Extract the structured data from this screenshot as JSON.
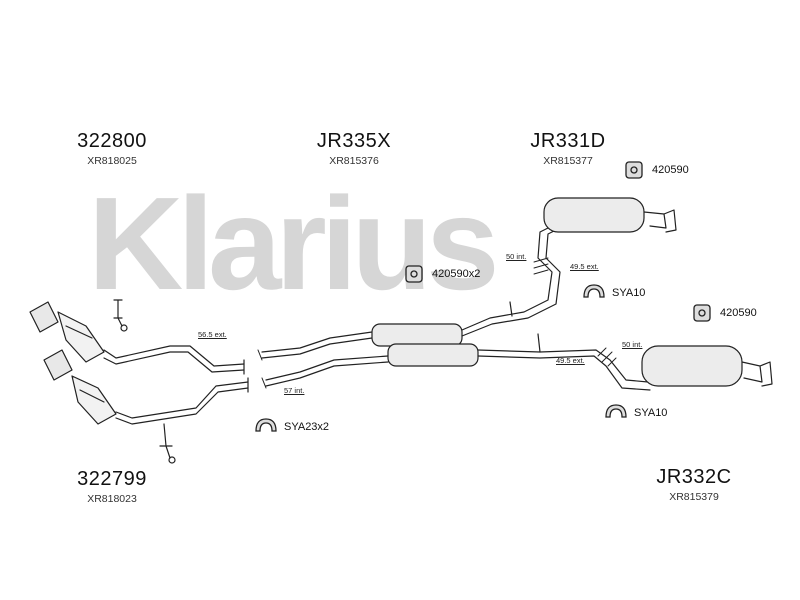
{
  "watermark": "Klarius",
  "parts": [
    {
      "id": "p1",
      "number": "322800",
      "ref": "XR818025"
    },
    {
      "id": "p2",
      "number": "JR335X",
      "ref": "XR815376"
    },
    {
      "id": "p3",
      "number": "JR331D",
      "ref": "XR815377"
    },
    {
      "id": "p4",
      "number": "322799",
      "ref": "XR818023"
    },
    {
      "id": "p5",
      "number": "JR332C",
      "ref": "XR815379"
    }
  ],
  "accessories": [
    {
      "id": "a1",
      "label": "420590"
    },
    {
      "id": "a2",
      "label": "420590x2"
    },
    {
      "id": "a3",
      "label": "SYA10"
    },
    {
      "id": "a4",
      "label": "420590"
    },
    {
      "id": "a5",
      "label": "SYA10"
    },
    {
      "id": "a6",
      "label": "SYA23x2"
    }
  ],
  "dimensions": [
    {
      "id": "d1",
      "label": "50 int."
    },
    {
      "id": "d2",
      "label": "49.5 ext."
    },
    {
      "id": "d3",
      "label": "56.5 ext."
    },
    {
      "id": "d4",
      "label": "57 int."
    },
    {
      "id": "d5",
      "label": "50 int."
    },
    {
      "id": "d6",
      "label": "49.5 ext."
    }
  ]
}
